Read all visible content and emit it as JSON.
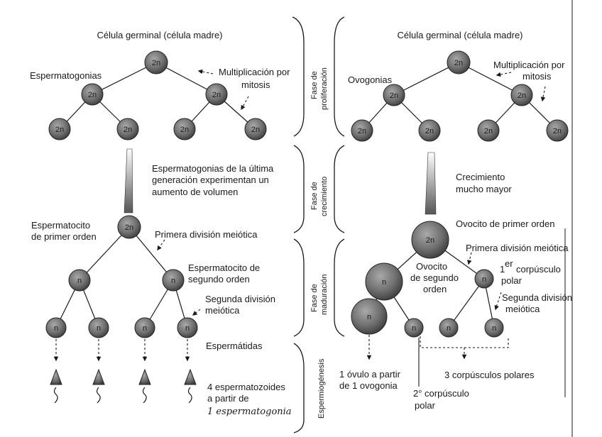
{
  "left": {
    "title": "Célula germinal (célula madre)",
    "spermatogonia_label": "Espermatogonias",
    "mitosis_label_1": "Multiplicación por",
    "mitosis_label_2": "mitosis",
    "growth_label_1": "Espermatogonias de la última",
    "growth_label_2": "generación experimentan un",
    "growth_label_3": "aumento de volumen",
    "primary_label_1": "Espermatocito",
    "primary_label_2": "de primer orden",
    "meiosis1_label": "Primera división meiótica",
    "secondary_label_1": "Espermatocito de",
    "secondary_label_2": "segundo orden",
    "meiosis2_label_1": "Segunda división",
    "meiosis2_label_2": "meiótica",
    "spermatid_label": "Espermátidas",
    "result_label_1": "4 espermatozoides",
    "result_label_2": "a partir de",
    "result_label_3": "1 espermatogonia"
  },
  "right": {
    "title": "Célula germinal (célula madre)",
    "oogonia_label": "Ovogonias",
    "mitosis_label_1": "Multiplicación por",
    "mitosis_label_2": "mitosis",
    "growth_label_1": "Crecimiento",
    "growth_label_2": "mucho mayor",
    "primary_label": "Ovocito de primer orden",
    "meiosis1_label": "Primera división meiótica",
    "secondary_label_1": "Ovocito",
    "secondary_label_2": "de segundo",
    "secondary_label_3": "orden",
    "polar1_label_sup": "er",
    "polar1_label_1": "1",
    "polar1_label_2": "corpúsculo",
    "polar1_label_3": "polar",
    "meiosis2_label_1": "Segunda división",
    "meiosis2_label_2": "meiótica",
    "ovum_label_1": "1 óvulo a partir",
    "ovum_label_2": "de 1 ovogonia",
    "polar3_label": "3 corpúsculos polares",
    "polar2_label_1": "2° corpúsculo",
    "polar2_label_2": "polar"
  },
  "phases": {
    "proliferation_1": "Fase de",
    "proliferation_2": "proliferación",
    "growth_1": "Fase de",
    "growth_2": "crecimiento",
    "maturation_1": "Fase de",
    "maturation_2": "maduración",
    "spermiogenesis": "Espermiogénesis"
  },
  "cell_labels": {
    "diploid": "2n",
    "haploid": "n"
  }
}
